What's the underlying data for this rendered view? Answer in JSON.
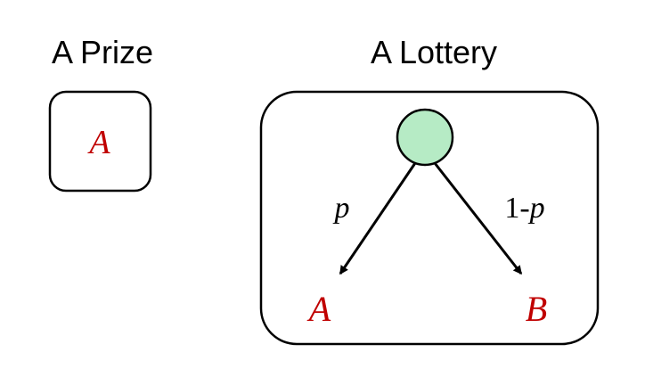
{
  "prize": {
    "heading": "A Prize",
    "outcome": "A"
  },
  "lottery": {
    "heading": "A Lottery",
    "left_prob": "p",
    "right_prob_prefix": "1-",
    "right_prob_var": "p",
    "left_outcome": "A",
    "right_outcome": "B",
    "node_color": "#b6ebc5"
  },
  "colors": {
    "outcome_text": "#c00000",
    "stroke": "#000000"
  }
}
